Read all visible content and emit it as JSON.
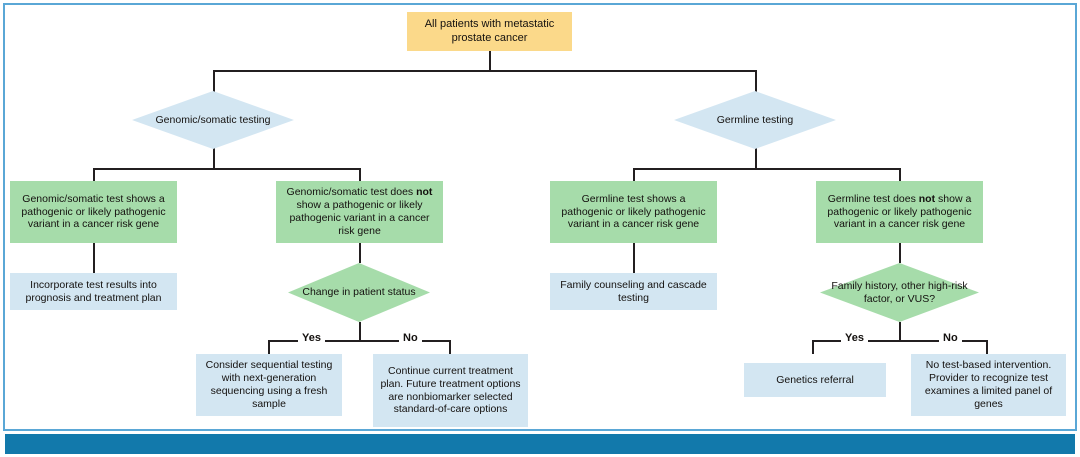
{
  "figure": {
    "frame_color": "#5aa7d6",
    "bottom_bar_color": "#1279ab",
    "colors": {
      "start": "#fbd98a",
      "decision_blue": "#d3e6f2",
      "result_green": "#a6dcaa",
      "action_blue": "#d3e6f2",
      "connector": "#231f20"
    }
  },
  "nodes": {
    "start": "All patients with metastatic prostate cancer",
    "d_genomic": "Genomic/somatic testing",
    "d_germline": "Germline testing",
    "g_som_pos_a": "Genomic/somatic test shows a pathogenic or likely pathogenic variant in a cancer risk gene",
    "g_som_neg_a": "Genomic/somatic test does ",
    "g_som_neg_b": "not",
    "g_som_neg_c": " show a pathogenic or likely pathogenic variant in a cancer risk gene",
    "g_germ_pos": "Germline test shows a pathogenic or likely pathogenic variant in a cancer risk gene",
    "g_germ_neg_a": "Germline test does ",
    "g_germ_neg_b": "not",
    "g_germ_neg_c": " show a pathogenic or likely pathogenic variant in a cancer risk gene",
    "b_incorporate": "Incorporate test results into prognosis and treatment plan",
    "d_change": "Change in patient status",
    "b_sequential": "Consider sequential testing with next-generation sequencing using a fresh sample",
    "b_continue": "Continue current treatment plan. Future treatment options are nonbiomarker selected standard-of-care options",
    "b_family": "Family counseling and cascade testing",
    "d_famhx": "Family history, other high-risk factor, or VUS?",
    "b_genetics": "Genetics referral",
    "b_notest": "No test-based intervention. Provider to recognize test examines a limited panel of genes"
  },
  "edge_labels": {
    "yes_left": "Yes",
    "no_left": "No",
    "yes_right": "Yes",
    "no_right": "No"
  }
}
